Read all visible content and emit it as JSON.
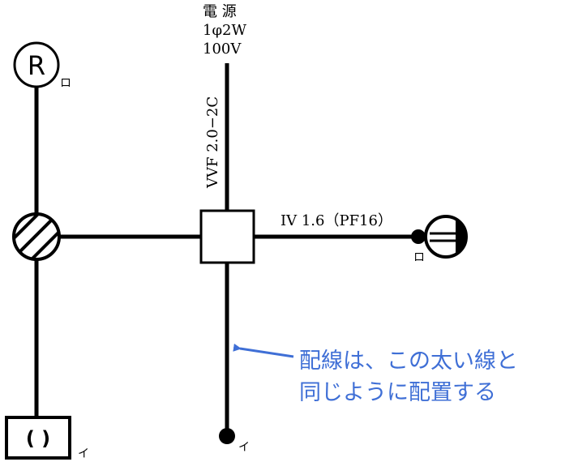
{
  "power_source": {
    "line1": "電 源",
    "line2": "1φ2W",
    "line3": "100V"
  },
  "cables": {
    "vertical_label": "VVF 2.0−2C",
    "horizontal_label": "IV 1.6（PF16）"
  },
  "symbols": {
    "receptacle_letter": "R",
    "switch_text": "( )"
  },
  "markers": {
    "ro_top": "ロ",
    "ro_right": "ロ",
    "i_bottom_left": "イ",
    "i_bottom_center": "イ"
  },
  "annotation": {
    "line1": "配線は、この太い線と",
    "line2": "同じように配置する",
    "color": "#3f6fd6"
  }
}
